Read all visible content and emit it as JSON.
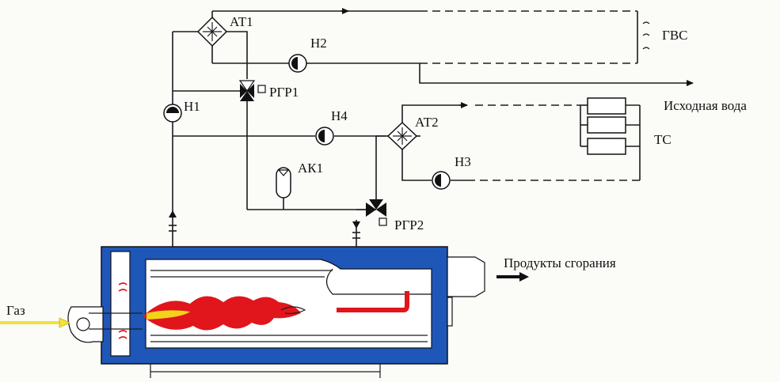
{
  "labels": {
    "at1": "АТ1",
    "at2": "АТ2",
    "n1": "Н1",
    "n2": "Н2",
    "n3": "Н3",
    "n4": "Н4",
    "rgr1": "РГР1",
    "rgr2": "РГР2",
    "ak1": "АК1",
    "gvs": "ГВС",
    "source_water": "Исходная вода",
    "ts": "ТС",
    "combustion_products": "Продукты сгорания",
    "gas": "Газ"
  },
  "colors": {
    "boiler_body": "#1f57b8",
    "boiler_inner": "#ffffff",
    "flame": "#e0161c",
    "burner_core": "#f2d31a",
    "gas_arrow": "#f2e23a",
    "line": "#1c1c1c"
  },
  "icons": {
    "pump": "circle-pump-icon",
    "heat_exchanger": "diamond-heat-exchanger-icon",
    "valve": "three-way-valve-icon",
    "tank": "expansion-tank-icon"
  }
}
